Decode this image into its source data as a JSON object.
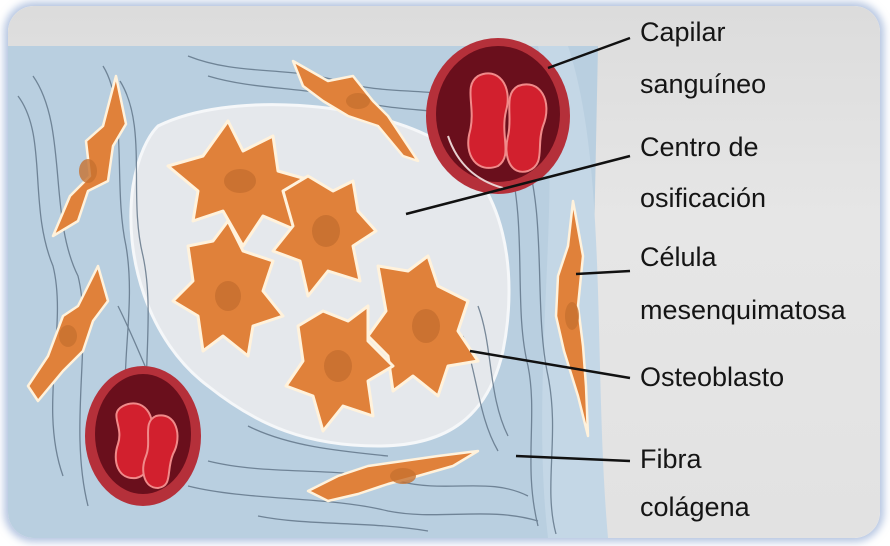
{
  "labels": {
    "capilar_line1": "Capilar",
    "capilar_line2": "sanguíneo",
    "centro_line1": "Centro de",
    "centro_line2": "osificación",
    "celula_line1": "Célula",
    "celula_line2": "mesenquimatosa",
    "osteoblasto": "Osteoblasto",
    "fibra_line1": "Fibra",
    "fibra_line2": "colágena"
  },
  "colors": {
    "tissue": "#b9cfe0",
    "ossification_center": "#e5e8ec",
    "cell_fill": "#e0813a",
    "cell_outline": "#fff2dc",
    "nucleus": "#c77030",
    "capillary_wall": "#b5303a",
    "capillary_lumen": "#6a0f1c",
    "red_blood_cell": "#d2202e",
    "fiber": "#5d7184",
    "leader_line": "#111111"
  }
}
